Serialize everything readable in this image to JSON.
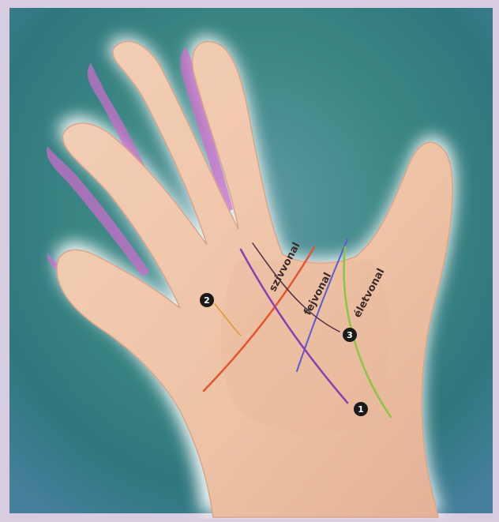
{
  "diagram": {
    "line_labels": {
      "heart": "szívvonal",
      "head": "fejvonal",
      "life": "életvonal"
    },
    "markers": {
      "one": "1",
      "two": "2",
      "three": "3"
    },
    "colors": {
      "heart_line": "#e8532f",
      "head_line": "#8a3fb4",
      "life_line": "#8cc63f",
      "fate_line": "#5b5bd0",
      "marker_fill": "#1a1a1a"
    }
  }
}
